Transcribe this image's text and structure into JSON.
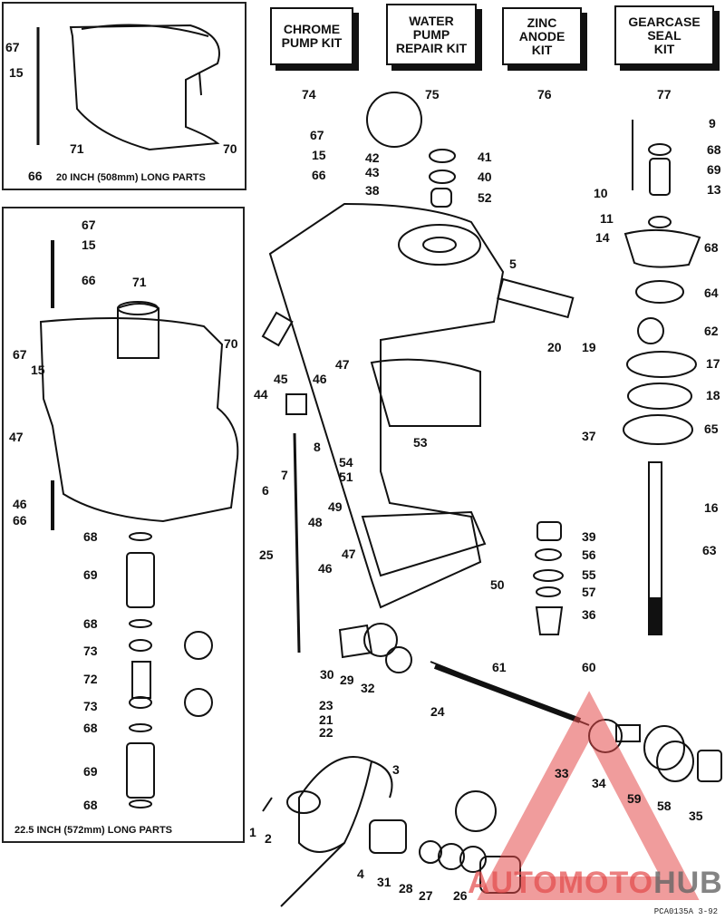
{
  "kits": [
    {
      "text": "CHROME\nPUMP KIT",
      "number": "74"
    },
    {
      "text": "WATER\nPUMP\nREPAIR KIT",
      "number": "75"
    },
    {
      "text": "ZINC\nANODE\nKIT",
      "number": "76"
    },
    {
      "text": "GEARCASE\nSEAL\nKIT",
      "number": "77"
    }
  ],
  "inset_top": {
    "caption": "20 INCH (508mm) LONG PARTS",
    "labels": [
      "67",
      "15",
      "71",
      "70",
      "66"
    ]
  },
  "inset_left": {
    "caption": "22.5 INCH (572mm) LONG PARTS",
    "labels": [
      "67",
      "15",
      "66",
      "71",
      "70",
      "67",
      "15",
      "47",
      "46",
      "66",
      "68",
      "69",
      "68",
      "73",
      "72",
      "73",
      "68",
      "69",
      "68"
    ]
  },
  "callouts": [
    "67",
    "15",
    "66",
    "42",
    "43",
    "38",
    "41",
    "40",
    "52",
    "5",
    "20",
    "19",
    "44",
    "45",
    "46",
    "47",
    "8",
    "53",
    "37",
    "6",
    "7",
    "54",
    "51",
    "49",
    "48",
    "47",
    "46",
    "25",
    "50",
    "39",
    "56",
    "55",
    "57",
    "36",
    "30",
    "29",
    "32",
    "61",
    "60",
    "23",
    "21",
    "22",
    "24",
    "33",
    "34",
    "59",
    "58",
    "35",
    "3",
    "1",
    "2",
    "4",
    "31",
    "28",
    "27",
    "26",
    "9",
    "68",
    "69",
    "10",
    "13",
    "11",
    "14",
    "68",
    "64",
    "62",
    "17",
    "18",
    "65",
    "16",
    "63"
  ],
  "watermark": {
    "part1": "AUTOMOTO",
    "part2": "HUB"
  },
  "footer": "PCA0135A  3-92"
}
